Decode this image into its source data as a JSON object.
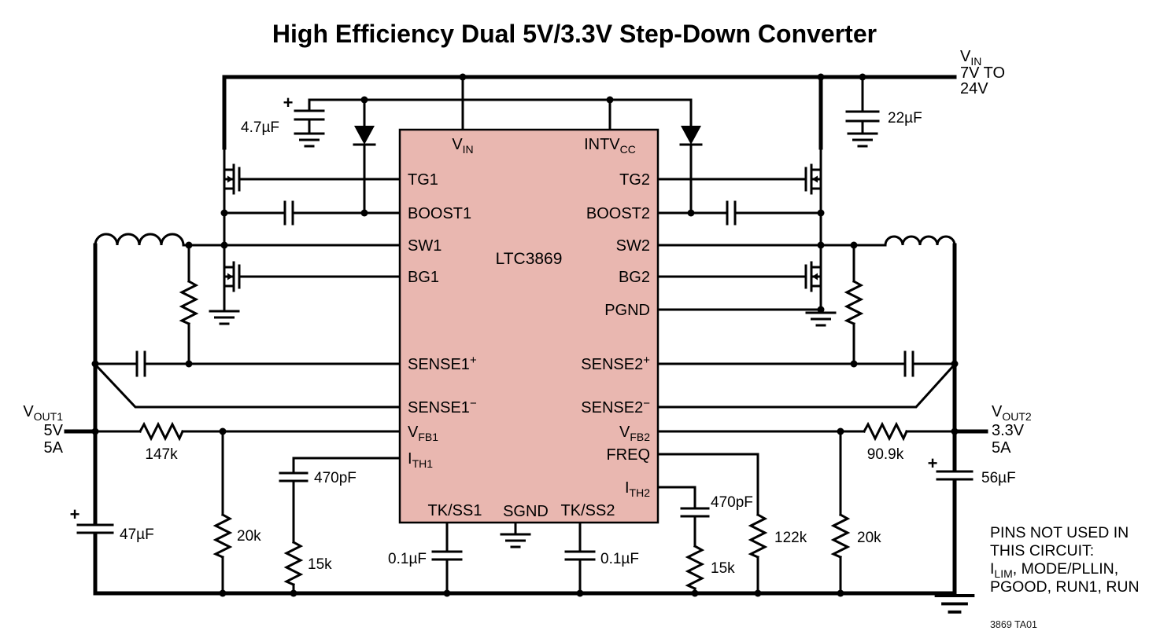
{
  "title": "High Efficiency Dual 5V/3.3V Step-Down Converter",
  "ic": {
    "part_number": "LTC3869",
    "pins": {
      "vin_main": "V",
      "vin_sub": "IN",
      "intvcc_main": "INTV",
      "intvcc_sub": "CC",
      "tg1": "TG1",
      "boost1": "BOOST1",
      "sw1": "SW1",
      "bg1": "BG1",
      "sense1_main": "SENSE1",
      "sense1_sup": "+",
      "sense1n_main": "SENSE1",
      "sense1n_sup": "−",
      "vfb1_main": "V",
      "vfb1_sub": "FB1",
      "ith1_main": "I",
      "ith1_sub": "TH1",
      "tkss1": "TK/SS1",
      "sgnd": "SGND",
      "tkss2": "TK/SS2",
      "tg2": "TG2",
      "boost2": "BOOST2",
      "sw2": "SW2",
      "bg2": "BG2",
      "pgnd": "PGND",
      "sense2_main": "SENSE2",
      "sense2_sup": "+",
      "sense2n_main": "SENSE2",
      "sense2n_sup": "−",
      "vfb2_main": "V",
      "vfb2_sub": "FB2",
      "freq": "FREQ",
      "ith2_main": "I",
      "ith2_sub": "TH2"
    }
  },
  "rails": {
    "vin_main": "V",
    "vin_sub": "IN",
    "vin_range1": "7V TO",
    "vin_range2": "24V",
    "vout1_main": "V",
    "vout1_sub": "OUT1",
    "vout1_v": "5V",
    "vout1_a": "5A",
    "vout2_main": "V",
    "vout2_sub": "OUT2",
    "vout2_v": "3.3V",
    "vout2_a": "5A"
  },
  "components": {
    "c_intvcc": "4.7µF",
    "c_in": "22µF",
    "r_fb1_top": "147k",
    "r_fb1_bot": "20k",
    "c_ith1": "470pF",
    "r_ith1": "15k",
    "c_ss1": "0.1µF",
    "c_ss2": "0.1µF",
    "c_ith2": "470pF",
    "r_ith2": "15k",
    "r_freq": "122k",
    "r_fb2_bot": "20k",
    "r_fb2_top": "90.9k",
    "c_out2": "56µF",
    "c_out1": "47µF",
    "polarity_plus": "+"
  },
  "note": {
    "line1": "PINS NOT USED IN",
    "line2": "THIS CIRCUIT:",
    "line3_main": "I",
    "line3_sub": "LIM",
    "line3_rest": ", MODE/PLLIN,",
    "line4": "PGOOD, RUN1, RUN"
  },
  "figure_id": "3869 TA01",
  "colors": {
    "ic_fill": "#e9b7b0",
    "wire": "#000000",
    "background": "#ffffff"
  }
}
